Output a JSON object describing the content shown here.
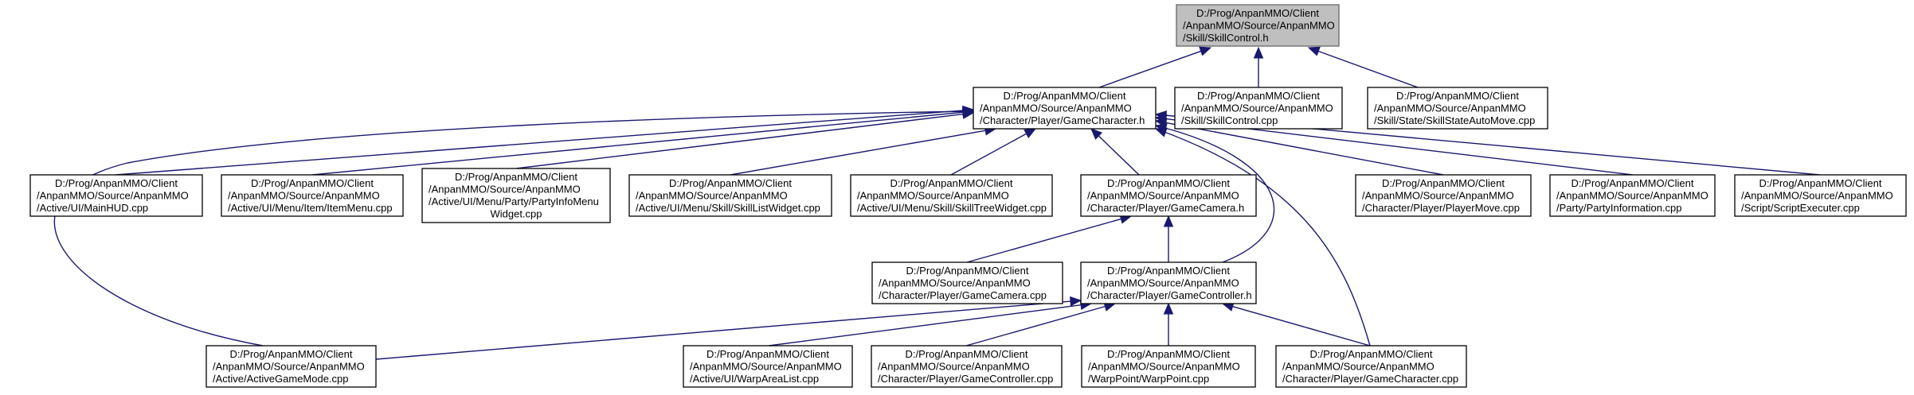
{
  "colors": {
    "edge": "#191970",
    "root_fill": "#bfbfbf",
    "node_fill": "#ffffff",
    "border": "#000000"
  },
  "nodes": [
    {
      "id": "n0",
      "lines": [
        "D:/Prog/AnpanMMO/Client",
        "/AnpanMMO/Source/AnpanMMO",
        "/Skill/SkillControl.h"
      ],
      "root": true
    },
    {
      "id": "n1",
      "lines": [
        "D:/Prog/AnpanMMO/Client",
        "/AnpanMMO/Source/AnpanMMO",
        "/Character/Player/GameCharacter.h"
      ]
    },
    {
      "id": "n2",
      "lines": [
        "D:/Prog/AnpanMMO/Client",
        "/AnpanMMO/Source/AnpanMMO",
        "/Skill/SkillControl.cpp"
      ]
    },
    {
      "id": "n3",
      "lines": [
        "D:/Prog/AnpanMMO/Client",
        "/AnpanMMO/Source/AnpanMMO",
        "/Skill/State/SkillStateAutoMove.cpp"
      ]
    },
    {
      "id": "n4",
      "lines": [
        "D:/Prog/AnpanMMO/Client",
        "/AnpanMMO/Source/AnpanMMO",
        "/Active/UI/MainHUD.cpp"
      ]
    },
    {
      "id": "n5",
      "lines": [
        "D:/Prog/AnpanMMO/Client",
        "/AnpanMMO/Source/AnpanMMO",
        "/Active/UI/Menu/Item/ItemMenu.cpp"
      ]
    },
    {
      "id": "n6",
      "lines": [
        "D:/Prog/AnpanMMO/Client",
        "/AnpanMMO/Source/AnpanMMO",
        "/Active/UI/Menu/Party/PartyInfoMenu",
        "Widget.cpp"
      ]
    },
    {
      "id": "n7",
      "lines": [
        "D:/Prog/AnpanMMO/Client",
        "/AnpanMMO/Source/AnpanMMO",
        "/Active/UI/Menu/Skill/SkillListWidget.cpp"
      ]
    },
    {
      "id": "n8",
      "lines": [
        "D:/Prog/AnpanMMO/Client",
        "/AnpanMMO/Source/AnpanMMO",
        "/Active/UI/Menu/Skill/SkillTreeWidget.cpp"
      ]
    },
    {
      "id": "n9",
      "lines": [
        "D:/Prog/AnpanMMO/Client",
        "/AnpanMMO/Source/AnpanMMO",
        "/Character/Player/GameCamera.h"
      ]
    },
    {
      "id": "n10",
      "lines": [
        "D:/Prog/AnpanMMO/Client",
        "/AnpanMMO/Source/AnpanMMO",
        "/Character/Player/PlayerMove.cpp"
      ]
    },
    {
      "id": "n11",
      "lines": [
        "D:/Prog/AnpanMMO/Client",
        "/AnpanMMO/Source/AnpanMMO",
        "/Party/PartyInformation.cpp"
      ]
    },
    {
      "id": "n12",
      "lines": [
        "D:/Prog/AnpanMMO/Client",
        "/AnpanMMO/Source/AnpanMMO",
        "/Script/ScriptExecuter.cpp"
      ]
    },
    {
      "id": "n13",
      "lines": [
        "D:/Prog/AnpanMMO/Client",
        "/AnpanMMO/Source/AnpanMMO",
        "/Character/Player/GameCamera.cpp"
      ]
    },
    {
      "id": "n14",
      "lines": [
        "D:/Prog/AnpanMMO/Client",
        "/AnpanMMO/Source/AnpanMMO",
        "/Character/Player/GameController.h"
      ]
    },
    {
      "id": "n15",
      "lines": [
        "D:/Prog/AnpanMMO/Client",
        "/AnpanMMO/Source/AnpanMMO",
        "/Active/ActiveGameMode.cpp"
      ]
    },
    {
      "id": "n16",
      "lines": [
        "D:/Prog/AnpanMMO/Client",
        "/AnpanMMO/Source/AnpanMMO",
        "/Active/UI/WarpAreaList.cpp"
      ]
    },
    {
      "id": "n17",
      "lines": [
        "D:/Prog/AnpanMMO/Client",
        "/AnpanMMO/Source/AnpanMMO",
        "/Character/Player/GameController.cpp"
      ]
    },
    {
      "id": "n18",
      "lines": [
        "D:/Prog/AnpanMMO/Client",
        "/AnpanMMO/Source/AnpanMMO",
        "/WarpPoint/WarpPoint.cpp"
      ]
    },
    {
      "id": "n19",
      "lines": [
        "D:/Prog/AnpanMMO/Client",
        "/AnpanMMO/Source/AnpanMMO",
        "/Character/Player/GameCharacter.cpp"
      ]
    }
  ],
  "edges": [
    {
      "from": "n1",
      "to": "n0"
    },
    {
      "from": "n2",
      "to": "n0"
    },
    {
      "from": "n3",
      "to": "n0"
    },
    {
      "from": "n4",
      "to": "n1"
    },
    {
      "from": "n5",
      "to": "n1"
    },
    {
      "from": "n6",
      "to": "n1"
    },
    {
      "from": "n7",
      "to": "n1"
    },
    {
      "from": "n8",
      "to": "n1"
    },
    {
      "from": "n9",
      "to": "n1"
    },
    {
      "from": "n10",
      "to": "n1"
    },
    {
      "from": "n11",
      "to": "n1"
    },
    {
      "from": "n12",
      "to": "n1"
    },
    {
      "from": "n14",
      "to": "n1"
    },
    {
      "from": "n15",
      "to": "n1"
    },
    {
      "from": "n19",
      "to": "n1"
    },
    {
      "from": "n13",
      "to": "n9"
    },
    {
      "from": "n14",
      "to": "n9"
    },
    {
      "from": "n15",
      "to": "n14"
    },
    {
      "from": "n16",
      "to": "n14"
    },
    {
      "from": "n17",
      "to": "n14"
    },
    {
      "from": "n18",
      "to": "n14"
    },
    {
      "from": "n19",
      "to": "n14"
    }
  ]
}
